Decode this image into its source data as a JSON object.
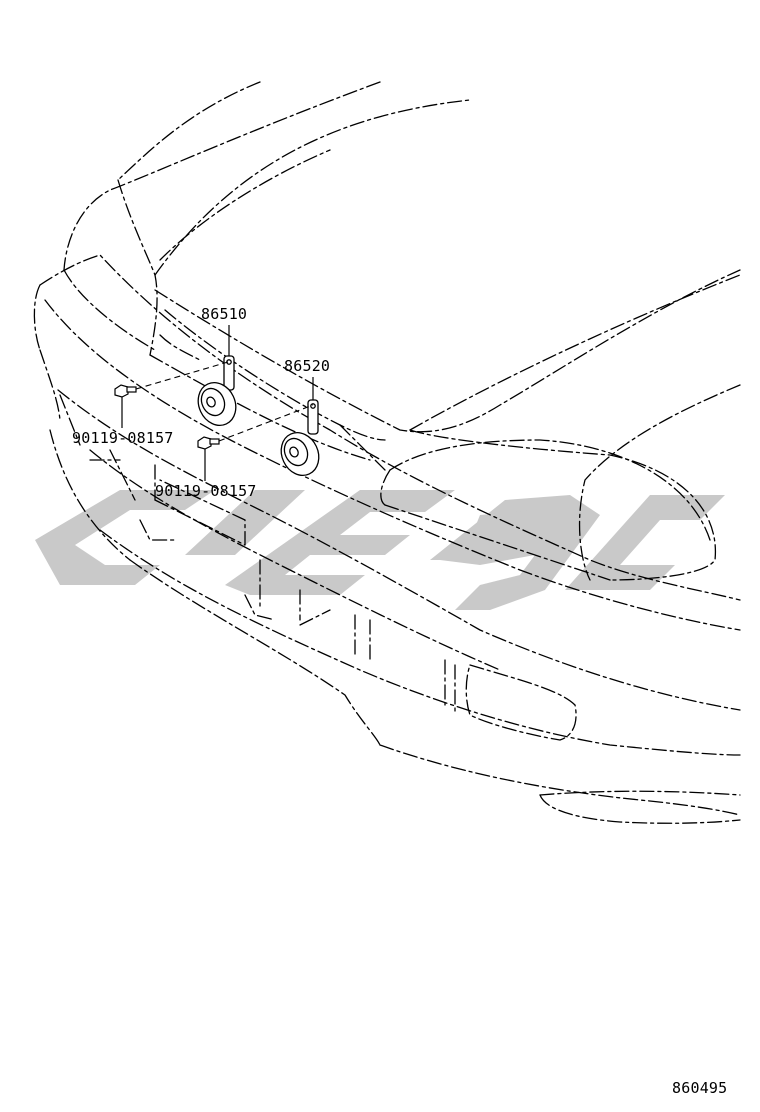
{
  "diagram": {
    "parts": [
      {
        "part_number": "86510"
      },
      {
        "part_number": "86520"
      },
      {
        "part_number": "90119-08157"
      },
      {
        "part_number": "90119-08157"
      }
    ],
    "reference_number": "860495",
    "watermark_color": "#c8c8c8",
    "line_color": "#000000"
  }
}
